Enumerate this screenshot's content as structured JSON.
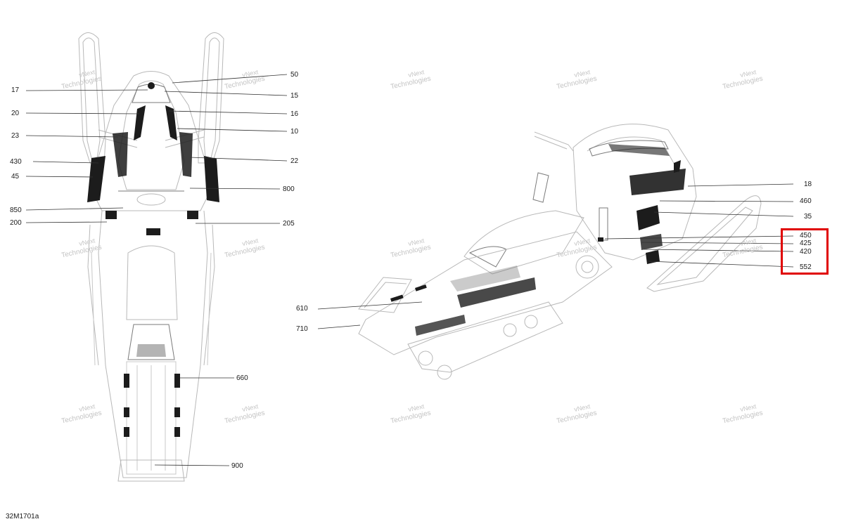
{
  "figure_ref": "32M1701a",
  "watermark": {
    "line1": "vNext",
    "line2": "Technologies"
  },
  "highlight_color": "#e00000",
  "callouts_top_view": {
    "left_side": [
      "17",
      "20",
      "23",
      "430",
      "45",
      "850",
      "200"
    ],
    "right_side": [
      "50",
      "15",
      "16",
      "10",
      "22",
      "800",
      "205",
      "660",
      "900"
    ]
  },
  "callouts_side_view": {
    "left_side": [
      "610",
      "710"
    ],
    "right_side": [
      "18",
      "460",
      "35",
      "450",
      "425",
      "420",
      "552"
    ]
  },
  "highlighted_callouts": [
    "450",
    "425",
    "420",
    "552"
  ]
}
